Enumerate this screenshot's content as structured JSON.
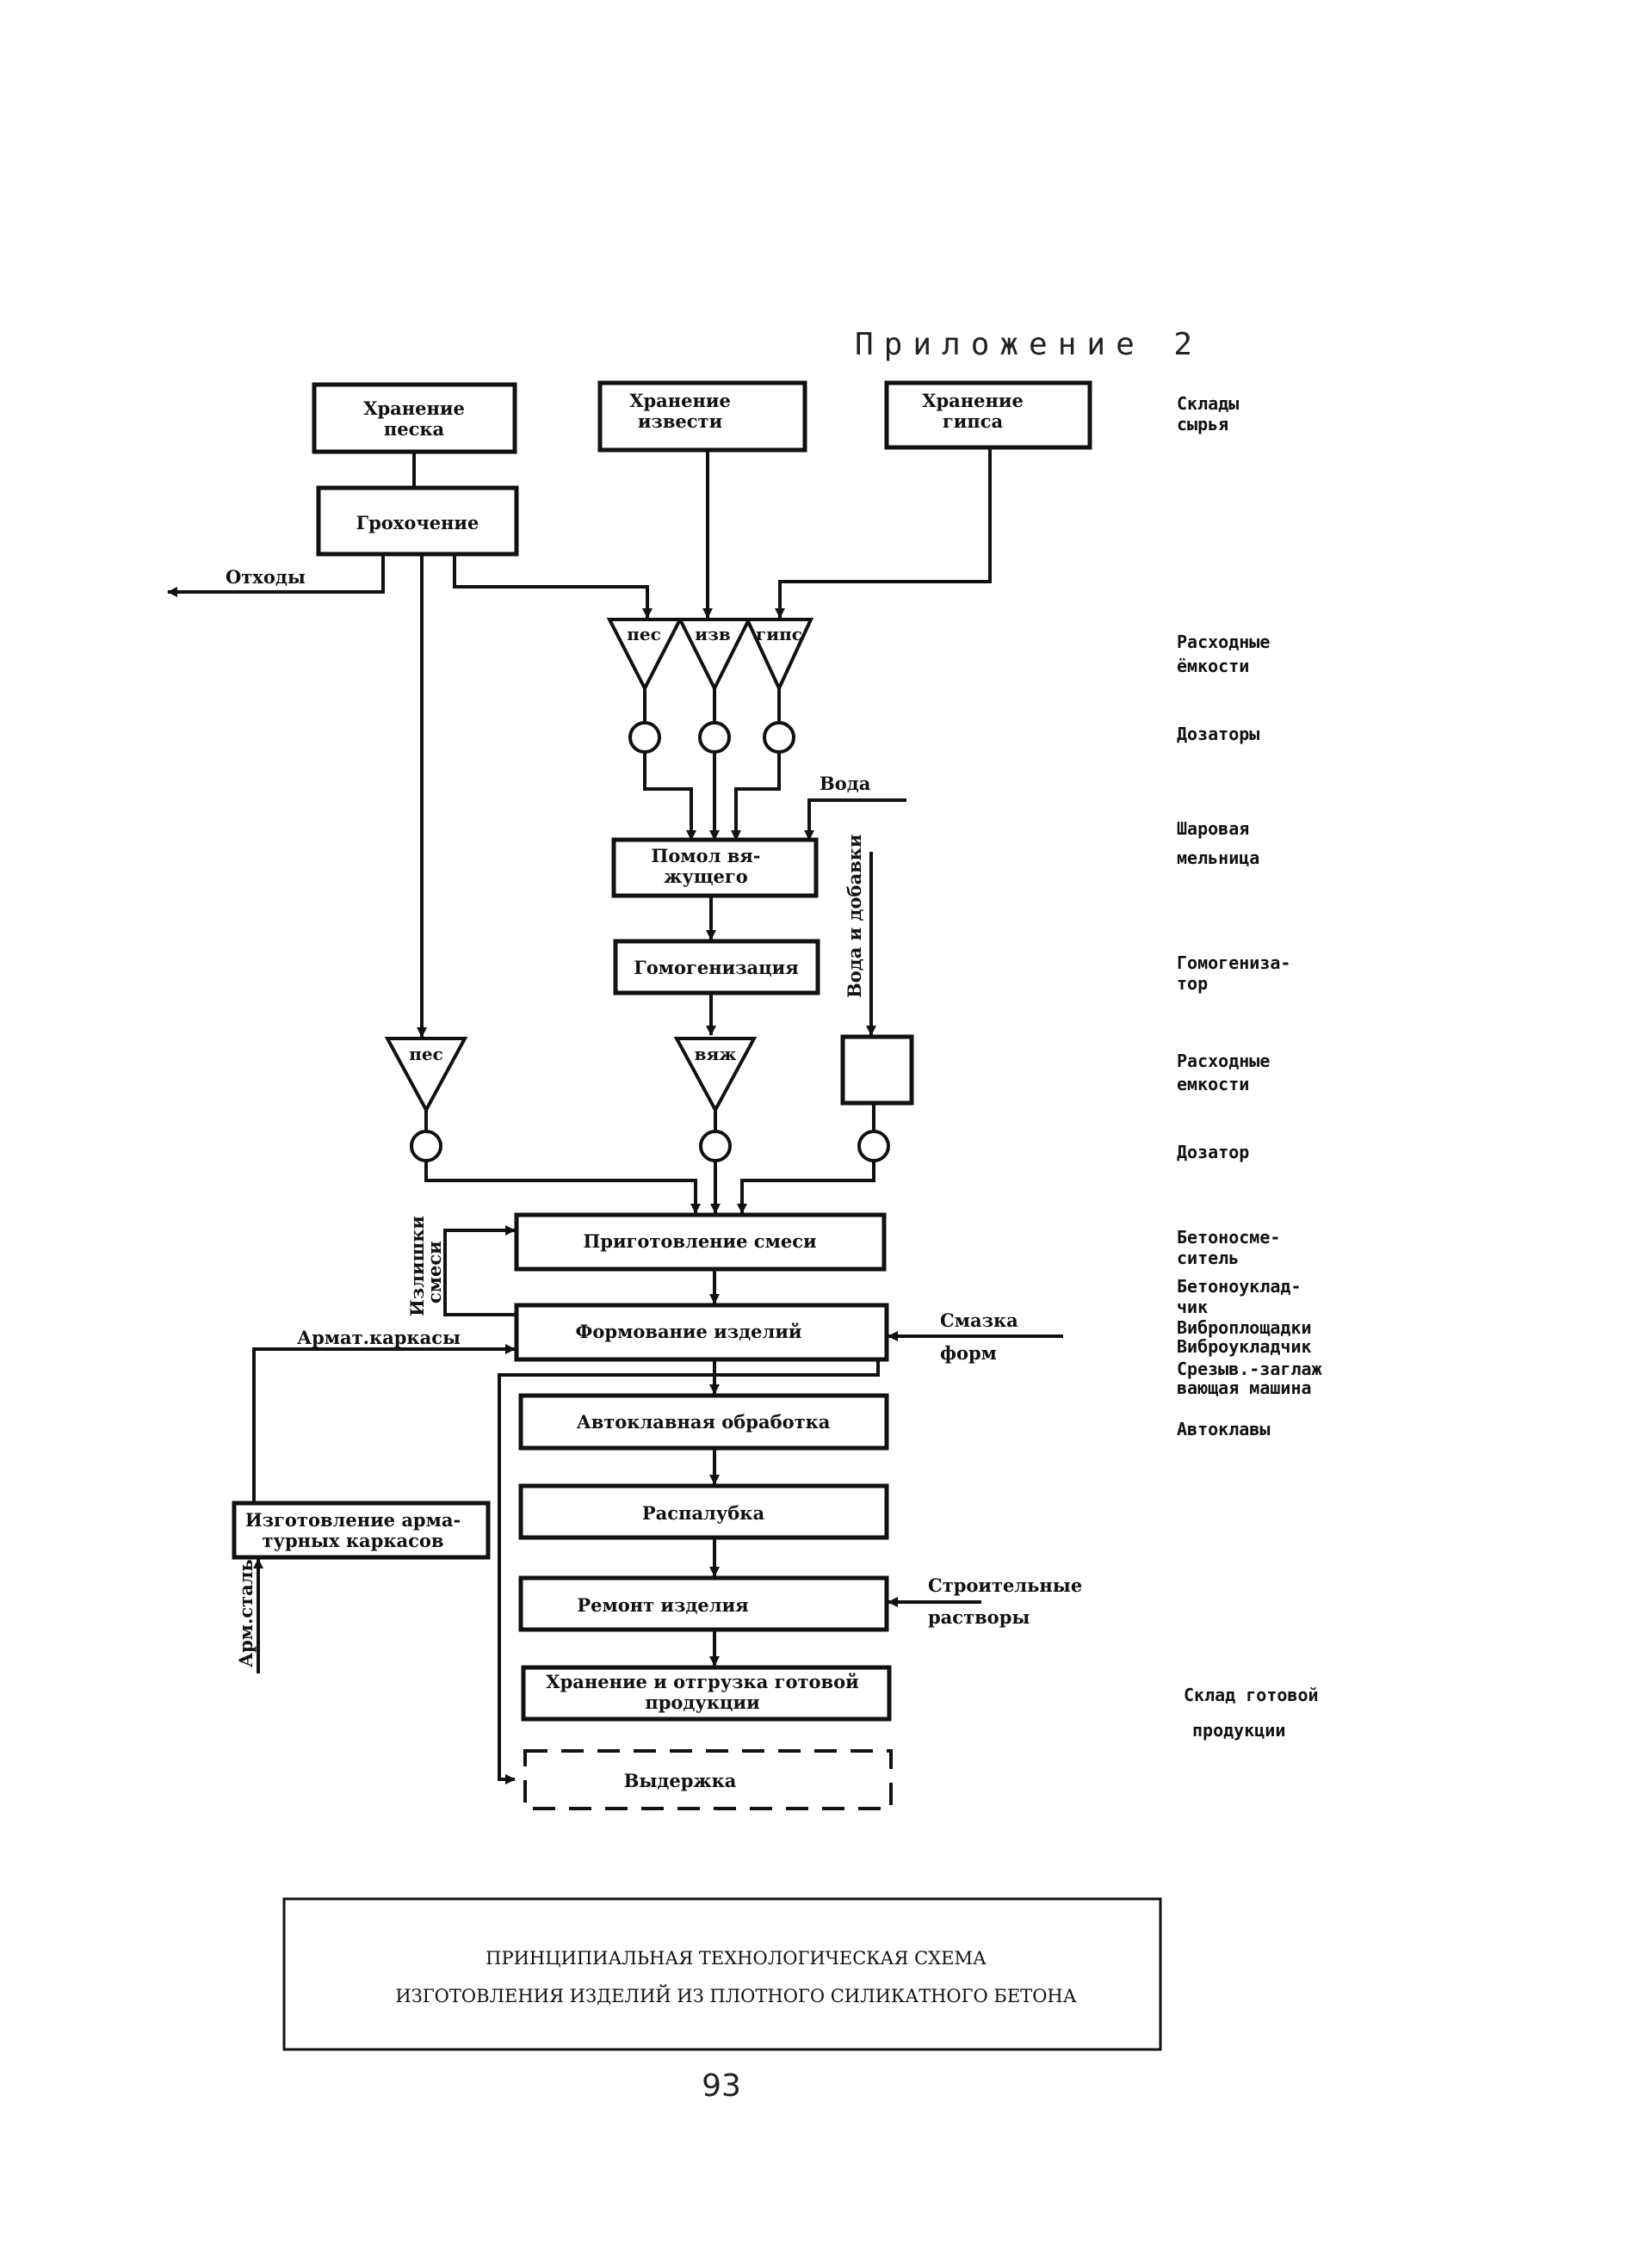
{
  "appendix_title": "Приложение 2",
  "boxes": {
    "sand_storage": [
      "Хранение",
      "песка"
    ],
    "lime_storage": [
      "Хранение",
      "извести"
    ],
    "gypsum_storage": [
      "Хранение",
      "гипса"
    ],
    "screening": "Грохочение",
    "grinding": [
      "Помол вя-",
      "жущего"
    ],
    "homogenization": "Гомогенизация",
    "mix_preparation": "Приготовление смеси",
    "forming": "Формование изделий",
    "autoclave": "Автоклавная обработка",
    "unpacking": "Распалубка",
    "repair": "Ремонт изделия",
    "storage_shipping": [
      "Хранение и отгрузка готовой",
      "продукции"
    ],
    "curing": "Выдержка",
    "rebar_cages_making": [
      "Изготовление арма-",
      "турных каркасов"
    ]
  },
  "hoppers": {
    "sand_top": "пес",
    "lime_top": "изв",
    "gypsum_top": "гипс",
    "sand_bottom": "пес",
    "binder_bottom": "вяж"
  },
  "flow_labels": {
    "waste": "Отходы",
    "water": "Вода",
    "water_additives": "Вода и добавки",
    "mix_excess": [
      "Излишки",
      "смеси"
    ],
    "rebar_cages": "Армат.каркасы",
    "form_lubrication": [
      "Смазка",
      "форм"
    ],
    "rebar_steel": "Арм.сталь",
    "building_mortars": [
      "Строительные",
      "растворы"
    ]
  },
  "side_labels": [
    [
      "Склады",
      "сырья"
    ],
    [
      "Расходные",
      "ёмкости"
    ],
    [
      "Дозаторы"
    ],
    [
      "Шаровая",
      "мельница"
    ],
    [
      "Гомогениза-",
      "тор"
    ],
    [
      "Расходные",
      "емкости"
    ],
    [
      "Дозатор"
    ],
    [
      "Бетоносме-",
      "ситель"
    ],
    [
      "Бетоноуклад-",
      "чик",
      "Виброплощадки",
      "Виброукладчик"
    ],
    [
      "Срезыв.-заглаж",
      "вающая машина"
    ],
    [
      "Автоклавы"
    ],
    [
      "Склад готовой",
      "продукции"
    ]
  ],
  "caption": [
    "ПРИНЦИПИАЛЬНАЯ ТЕХНОЛОГИЧЕСКАЯ СХЕМА",
    "ИЗГОТОВЛЕНИЯ ИЗДЕЛИЙ ИЗ ПЛОТНОГО СИЛИКАТНОГО БЕТОНА"
  ],
  "page_number": "93"
}
